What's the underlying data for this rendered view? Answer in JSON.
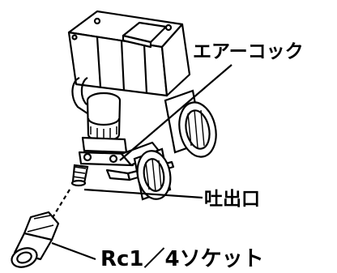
{
  "diagram": {
    "labels": {
      "air_cock": "エアーコック",
      "outlet": "吐出口",
      "socket": "Rc1／4ソケット"
    },
    "colors": {
      "line": "#000000",
      "fill": "#ffffff"
    }
  }
}
